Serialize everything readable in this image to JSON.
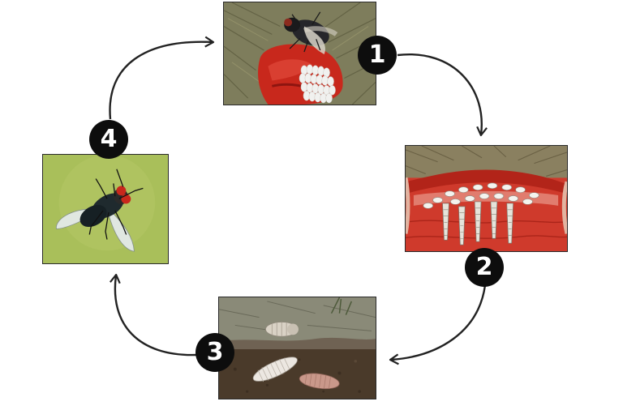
{
  "stages": [
    {
      "number": "1",
      "icon": "fly-laying-eggs-on-meat-illustration"
    },
    {
      "number": "2",
      "icon": "eggs-cluster-cross-section-illustration"
    },
    {
      "number": "3",
      "icon": "larvae-maggots-in-soil-illustration"
    },
    {
      "number": "4",
      "icon": "adult-housefly-illustration"
    }
  ],
  "colors": {
    "badge": "#0d0d0d",
    "arrow": "#222222",
    "meat_red": "#c8281c",
    "soil_brown": "#4a3a2a",
    "fly_background_green": "#a9bf5a"
  }
}
